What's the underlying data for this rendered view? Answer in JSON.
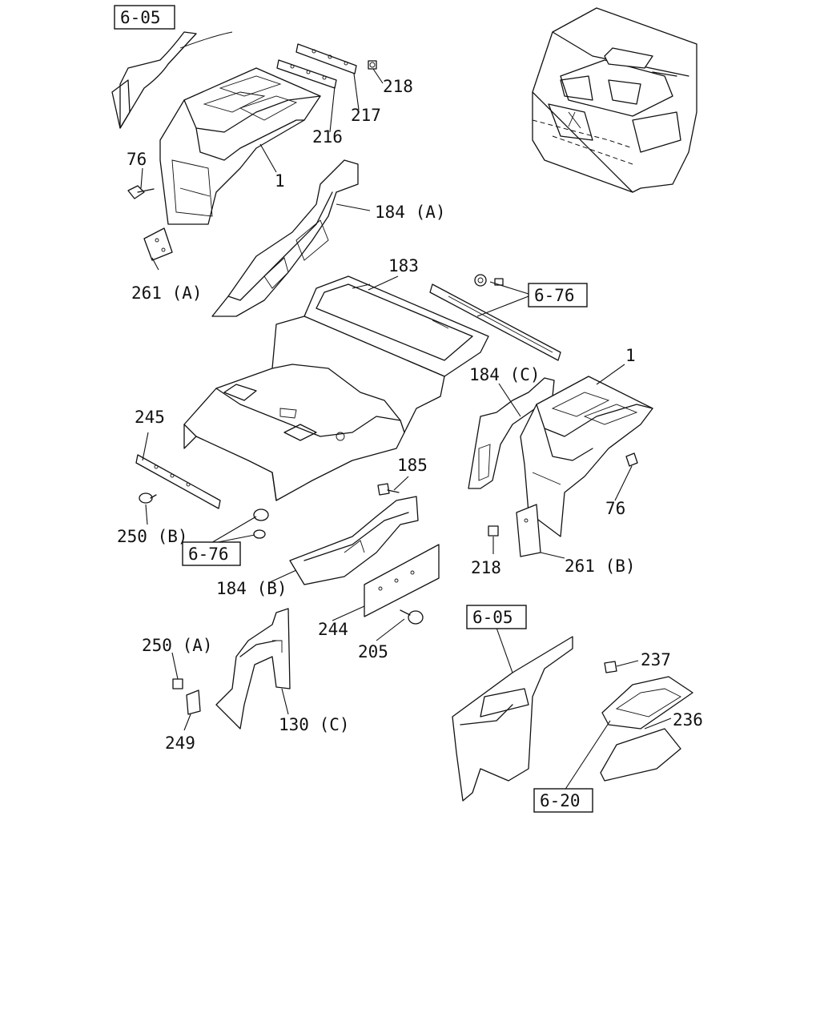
{
  "diagram": {
    "refs": {
      "r1": "6-05",
      "r2": "6-76",
      "r3": "6-76",
      "r4": "6-05",
      "r5": "6-20"
    },
    "callouts": {
      "c218a": "218",
      "c217": "217",
      "c216": "216",
      "c1a": "1",
      "c76a": "76",
      "c184a": "184 (A)",
      "c261a": "261 (A)",
      "c183": "183",
      "c1b": "1",
      "c184c": "184 (C)",
      "c245": "245",
      "c185": "185",
      "c76b": "76",
      "c250b": "250 (B)",
      "c218b": "218",
      "c261b": "261 (B)",
      "c184b": "184 (B)",
      "c244": "244",
      "c205": "205",
      "c250a": "250 (A)",
      "c237": "237",
      "c236": "236",
      "c249": "249",
      "c130c": "130 (C)"
    }
  }
}
